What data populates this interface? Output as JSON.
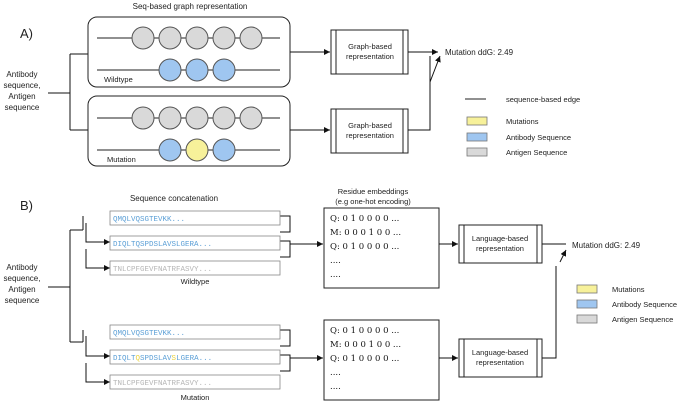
{
  "colors": {
    "mutation": "#f7f19a",
    "antibody": "#9fc6f0",
    "antigen": "#d9d9d9",
    "seq_blue": "#5b9fd6",
    "seq_gray": "#b5b5b5",
    "mut_yellow": "#e8d23c"
  },
  "panel_a": {
    "label": "A)",
    "title": "Seq-based graph representation",
    "input_label": [
      "Antibody",
      "sequence,",
      "Antigen",
      "sequence"
    ],
    "wildtype_label": "Wildtype",
    "mutation_label": "Mutation",
    "box_label": [
      "Graph-based",
      "representation"
    ],
    "output": "Mutation ddG: 2.49",
    "legend": {
      "edge": "sequence-based edge",
      "mutations": "Mutations",
      "antibody": "Antibody Sequence",
      "antigen": "Antigen Sequence"
    }
  },
  "panel_b": {
    "label": "B)",
    "title": "Sequence concatenation",
    "embed_title": [
      "Residue embeddings",
      "(e.g one-hot encoding)"
    ],
    "input_label": [
      "Antibody",
      "sequence,",
      "Antigen",
      "sequence"
    ],
    "wildtype_seqs": [
      "QMQLVQSGTEVKK...",
      "DIQLTQSPDSLAVSLGERA...",
      "TNLCPFGEVFNATRFASVY..."
    ],
    "mutation_seqs": [
      "QMQLVQSGTEVKK...",
      "DIQLTQSPDSLAVSLGERA...",
      "TNLCPFGEVFNATRFASVY..."
    ],
    "mutation_seq_parts": [
      "DIQLT",
      "Q",
      "SPDSLAV",
      "S",
      "LGERA..."
    ],
    "wildtype_label": "Wildtype",
    "mutation_label": "Mutation",
    "embed_lines": [
      "Q: 0 1 0 0 0 0 ...",
      "M: 0 0 0 1 0 0 ...",
      "Q: 0 1 0 0 0 0 ...",
      "....",
      "...."
    ],
    "box_label": [
      "Language-based",
      "representation"
    ],
    "output": "Mutation ddG: 2.49",
    "legend": {
      "mutations": "Mutations",
      "antibody": "Antibody Sequence",
      "antigen": "Antigen Sequence"
    }
  }
}
